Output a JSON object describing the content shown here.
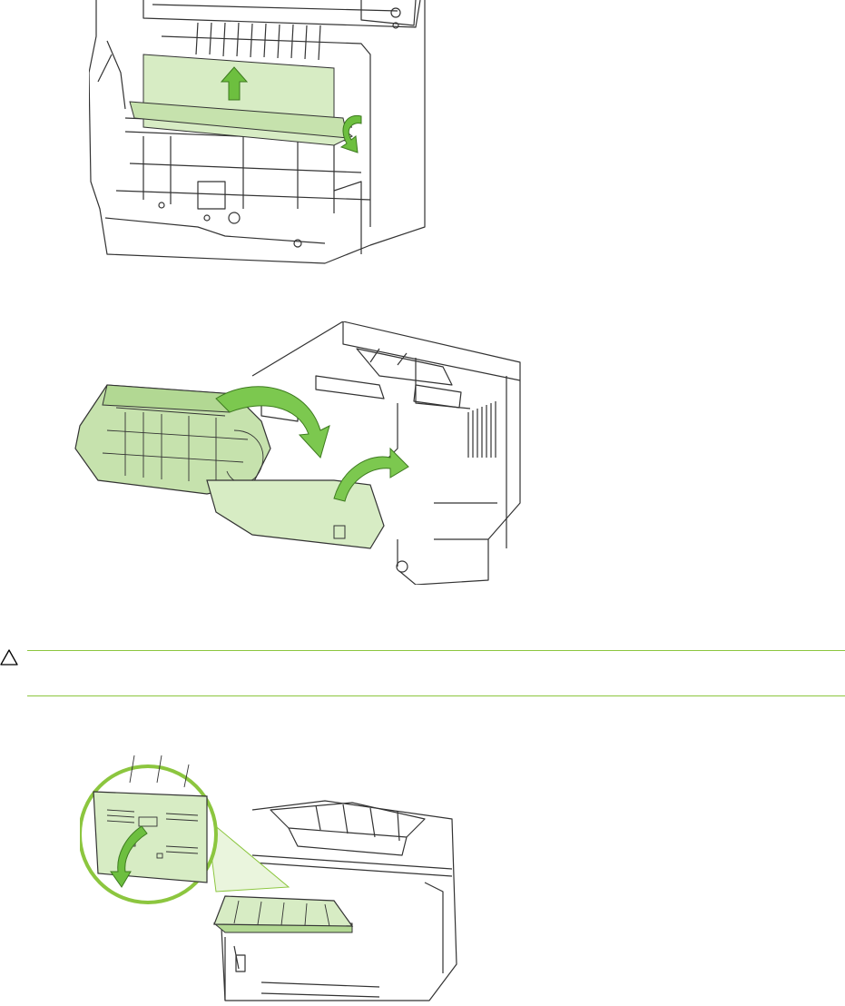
{
  "caution": {
    "icon": "caution-triangle-icon",
    "text": ""
  },
  "colors": {
    "accent_green": "#8cc63f",
    "part_fill_green": "#d7ecc4",
    "arrow_green": "#6dbf3f",
    "line": "#333333"
  },
  "figures": [
    {
      "name": "printer-interior-jam-removal",
      "icon": "up-arrow-icon"
    },
    {
      "name": "print-cartridge-removal",
      "icon": "curved-arrow-icon"
    },
    {
      "name": "rear-output-door",
      "icon": "magnifier-callout-icon"
    }
  ]
}
